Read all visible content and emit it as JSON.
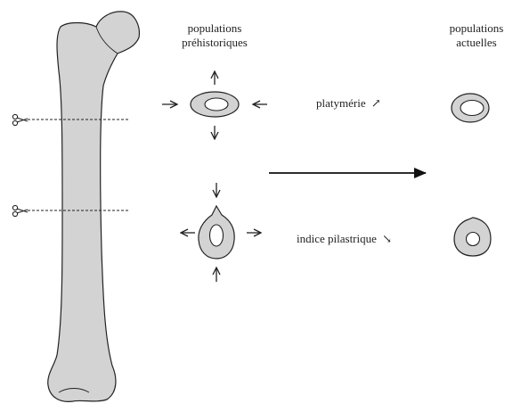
{
  "headers": {
    "prehistoric": {
      "line1": "populations",
      "line2": "préhistoriques"
    },
    "modern": {
      "line1": "populations",
      "line2": "actuelles"
    }
  },
  "rows": {
    "platymeria": {
      "label": "platymérie",
      "arrow": "↗"
    },
    "pilastric": {
      "label": "indice pilastrique",
      "arrow": "↘"
    }
  },
  "colors": {
    "bone_fill": "#d3d3d3",
    "outline": "#222222",
    "background": "#ffffff"
  },
  "icons": {
    "cut_marker": "scissors-icon"
  }
}
